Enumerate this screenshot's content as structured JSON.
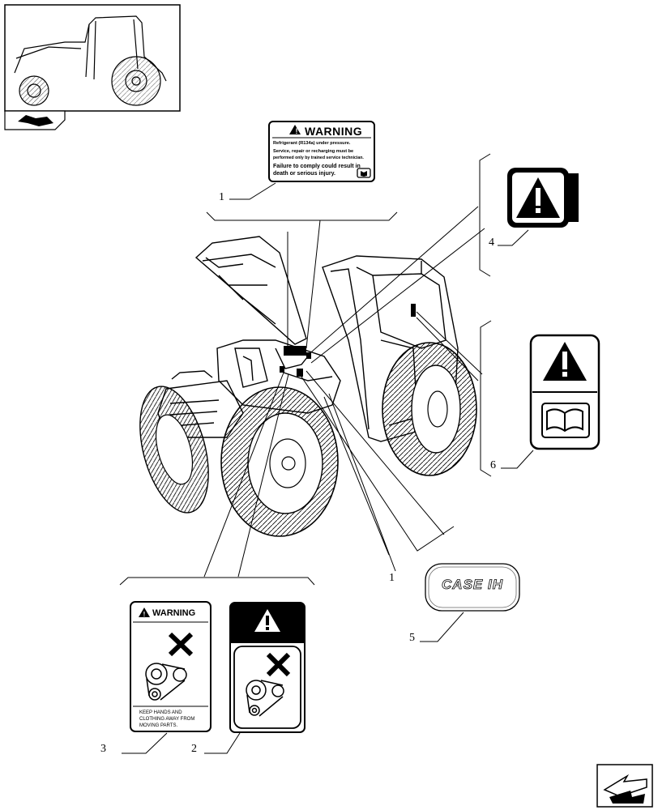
{
  "label1": {
    "title": "WARNING",
    "lines": [
      "Refrigerant (R134a) under pressure.",
      "Service, repair or recharging must be",
      "performed only by trained service technician.",
      "Failure to comply could result in",
      "death or serious injury."
    ]
  },
  "label3": {
    "title": "WARNING",
    "lines": [
      "KEEP HANDS AND",
      "CLOTHING AWAY FROM",
      "MOVING PARTS."
    ]
  },
  "label5": {
    "logo_text": "CASE IH"
  },
  "callouts": {
    "c1": "1",
    "c2": "2",
    "c3": "3",
    "c4": "4",
    "c5": "5",
    "c6": "6",
    "c_stray": "1"
  },
  "icons": {
    "thumbnail": "tractor-thumbnail",
    "prev": "back-arrow-icon",
    "next": "next-page-arrow-icon"
  }
}
